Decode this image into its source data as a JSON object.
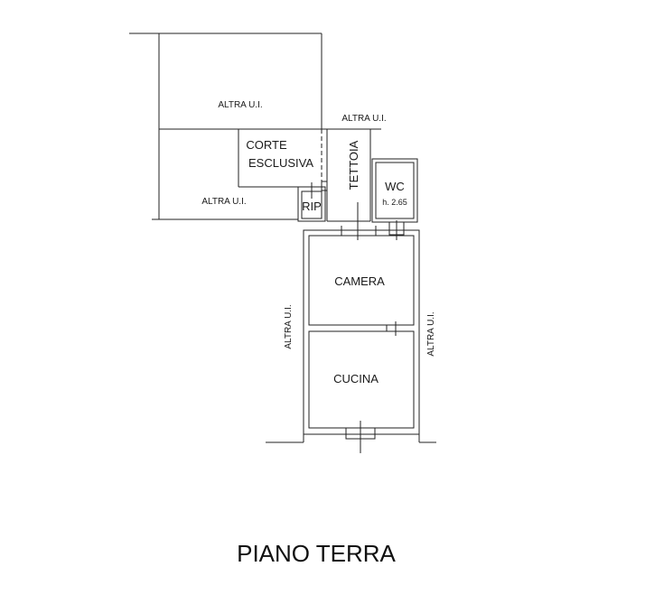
{
  "plan": {
    "title": "PIANO TERRA",
    "labels": {
      "altra_top": "ALTRA U.I.",
      "altra_right_top": "ALTRA U.I.",
      "altra_mid": "ALTRA U.I.",
      "altra_left_vertical": "ALTRA U.I.",
      "altra_right_vertical": "ALTRA U.I."
    },
    "rooms": {
      "corte_line1": "CORTE",
      "corte_line2": "ESCLUSIVA",
      "tettoia": "TETTOIA",
      "rip": "RIP",
      "wc": "WC",
      "wc_height": "h. 2.65",
      "camera": "CAMERA",
      "cucina": "CUCINA"
    }
  }
}
